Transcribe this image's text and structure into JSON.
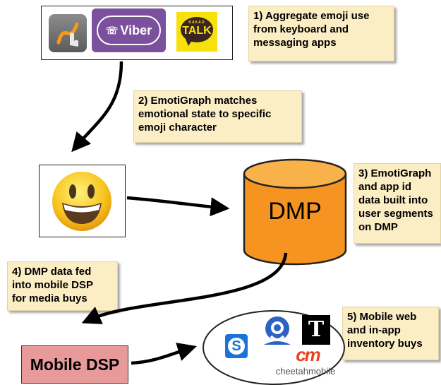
{
  "steps": [
    "1) Aggregate emoji use\nfrom keyboard and\nmessaging apps",
    "2) EmotiGraph matches\nemotional state to specific\nemoji character",
    "3) EmotiGraph\nand app id\ndata built into\nuser segments\non DMP",
    "4) DMP data fed\ninto mobile DSP\nfor media buys",
    "5) Mobile web\nand in-app\ninventory buys"
  ],
  "apps": {
    "viber": "Viber",
    "talk_top": "KAKAO",
    "talk": "TALK"
  },
  "dmp_label": "DMP",
  "dsp_label": "Mobile DSP",
  "publishers": {
    "cheetah_logo": "cm",
    "cheetah": "cheetahmobile"
  }
}
